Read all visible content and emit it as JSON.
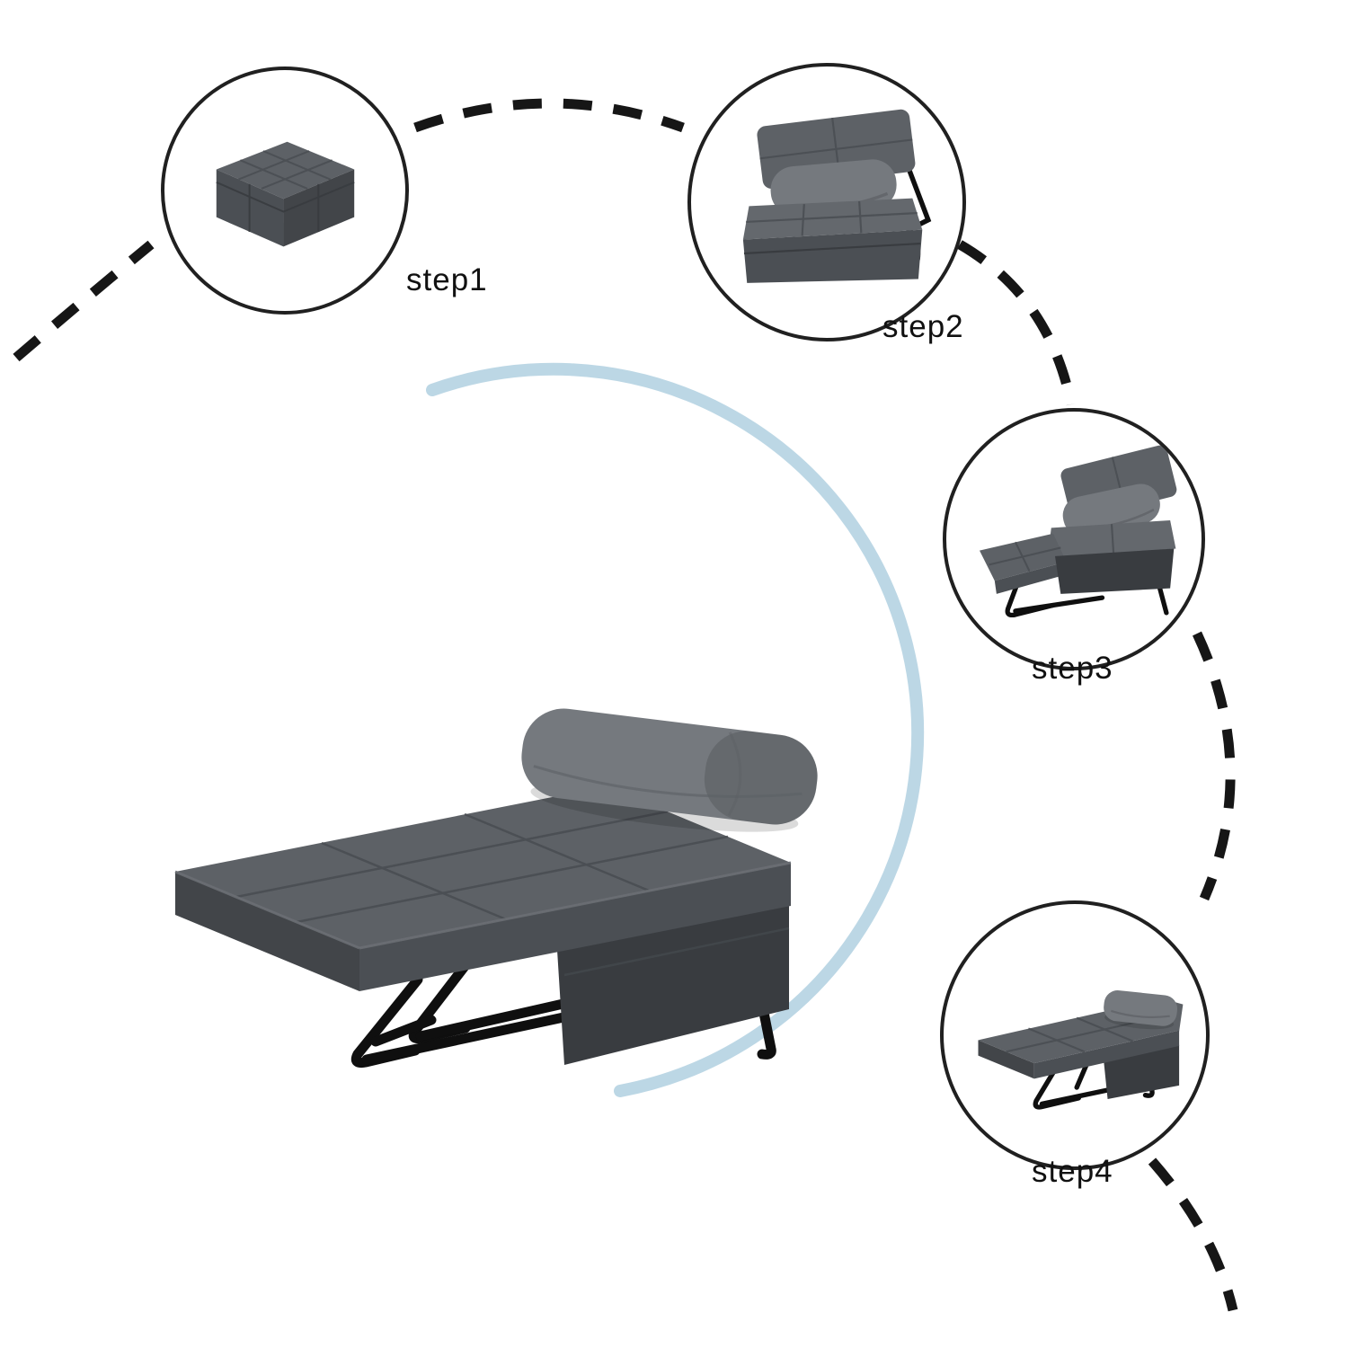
{
  "steps": [
    {
      "label": "step1",
      "illustration": "ottoman"
    },
    {
      "label": "step2",
      "illustration": "chair-with-pillow"
    },
    {
      "label": "step3",
      "illustration": "lounger-with-footrest"
    },
    {
      "label": "step4",
      "illustration": "low-folded-bed"
    }
  ],
  "main_product": {
    "illustration": "fully-opened-sofa-bed"
  },
  "colors": {
    "background": "#ffffff",
    "accent_arc": "#b5d3e2",
    "connector": "#161616",
    "circle_border": "#202020",
    "label_text": "#111111",
    "fabric_top": "#5d6166",
    "fabric_front": "#4b4f54",
    "fabric_side": "#424549",
    "fabric_deep": "#393c40",
    "fabric_light": "#64686d",
    "pillow": "#75797e",
    "pillow_shade": "#5c6065",
    "seam": "#484c51",
    "frame": "#0f0f0f"
  }
}
